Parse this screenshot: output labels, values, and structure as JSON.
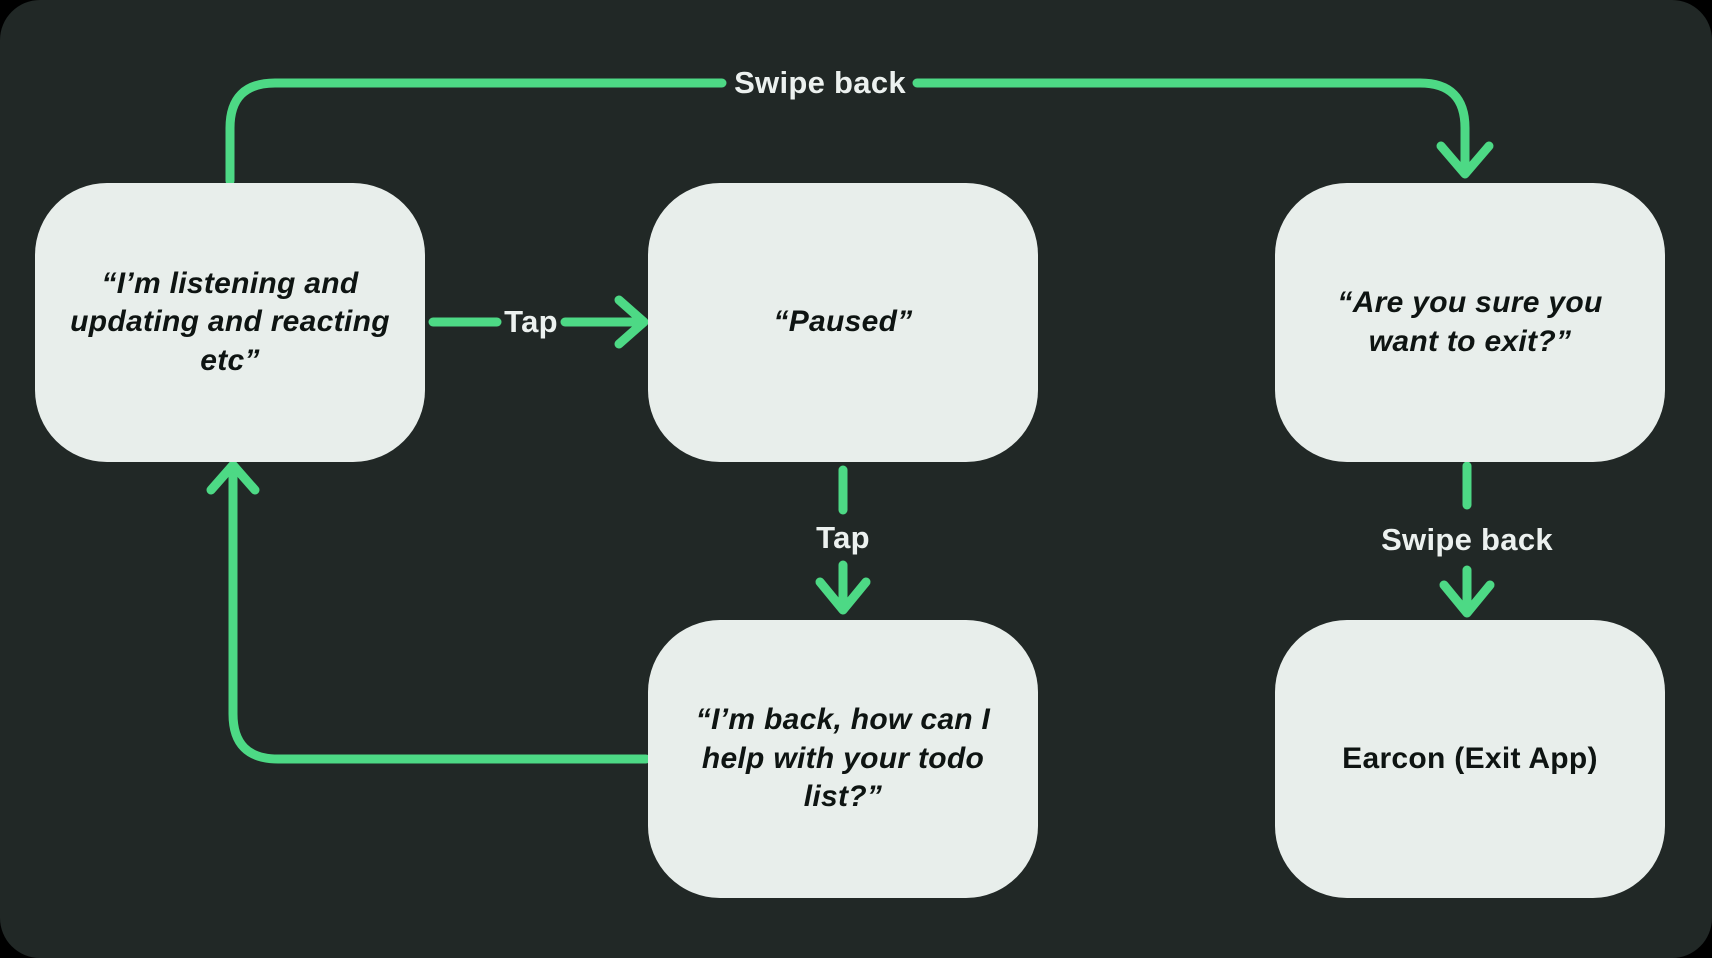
{
  "colors": {
    "page_background": "#000000",
    "panel_background": "#212826",
    "node_fill": "#E8EEEB",
    "node_text": "#0E1412",
    "connector": "#4DD985",
    "edge_label_text": "#ECF1EF"
  },
  "nodes": [
    {
      "id": "listening",
      "text": "“I’m listening and\nupdating and reacting\netc”",
      "style": "quote"
    },
    {
      "id": "paused",
      "text": "“Paused”",
      "style": "quote"
    },
    {
      "id": "confirm-exit",
      "text": "“Are you sure you\nwant to exit?”",
      "style": "quote"
    },
    {
      "id": "back-todo",
      "text": "“I’m back, how can I\nhelp with your todo\nlist?”",
      "style": "quote"
    },
    {
      "id": "earcon-exit",
      "text": "Earcon (Exit App)",
      "style": "plain"
    }
  ],
  "edge_labels": {
    "swipe_back_top": "Swipe back",
    "tap_pause": "Tap",
    "tap_resume": "Tap",
    "swipe_back_exit": "Swipe back"
  }
}
